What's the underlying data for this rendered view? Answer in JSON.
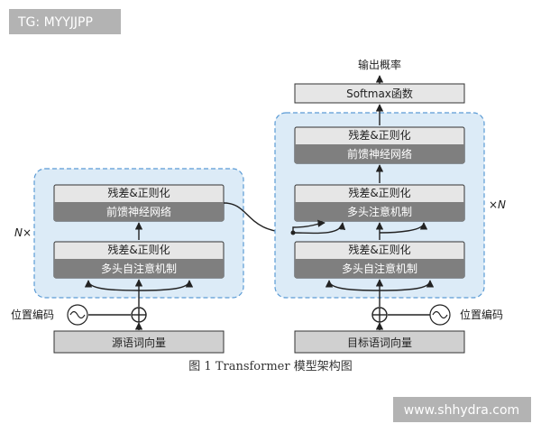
{
  "watermark_top": "TG: MYYJJPP",
  "watermark_bottom": "www.shhydra.com",
  "caption": "图 1 Transformer 模型架构图",
  "encoder": {
    "repeat_label": "N×",
    "ffn_norm": "残差&正则化",
    "ffn": "前馈神经网络",
    "attn_norm": "残差&正则化",
    "attn": "多头自注意机制",
    "pos_label": "位置编码",
    "input_label": "源语词向量"
  },
  "decoder": {
    "repeat_label": "×N",
    "ffn_norm": "残差&正则化",
    "ffn": "前馈神经网络",
    "cross_norm": "残差&正则化",
    "cross": "多头注意机制",
    "self_norm": "残差&正则化",
    "self": "多头自注意机制",
    "pos_label": "位置编码",
    "input_label": "目标语词向量"
  },
  "output": {
    "softmax": "Softmax函数",
    "prob_label": "输出概率"
  },
  "colors": {
    "panel_fill": "#dcebf7",
    "panel_border": "#5b9bd5",
    "norm_fill": "#e6e6e6",
    "sublayer_fill": "#7f7f7f",
    "bottom_box_fill": "#d0d0d0",
    "watermark_fill": "#b3b3b3"
  }
}
